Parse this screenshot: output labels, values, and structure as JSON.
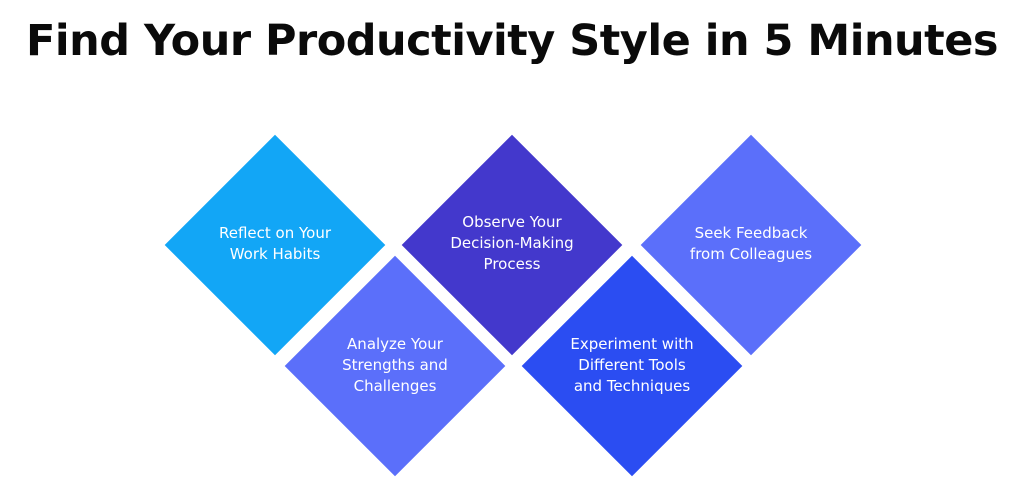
{
  "title": "Find Your Productivity Style in 5 Minutes",
  "steps": [
    {
      "line1": "Reflect on Your",
      "line2": "Work Habits",
      "line3": "",
      "color": "#12a6f6"
    },
    {
      "line1": "Analyze Your",
      "line2": "Strengths and",
      "line3": "Challenges",
      "color": "#5b6ffa"
    },
    {
      "line1": "Observe Your",
      "line2": "Decision-Making",
      "line3": "Process",
      "color": "#4338cc"
    },
    {
      "line1": "Experiment with",
      "line2": "Different Tools",
      "line3": "and Techniques",
      "color": "#2b4df2"
    },
    {
      "line1": "Seek Feedback",
      "line2": "from Colleagues",
      "line3": "",
      "color": "#5b6ffa"
    }
  ]
}
